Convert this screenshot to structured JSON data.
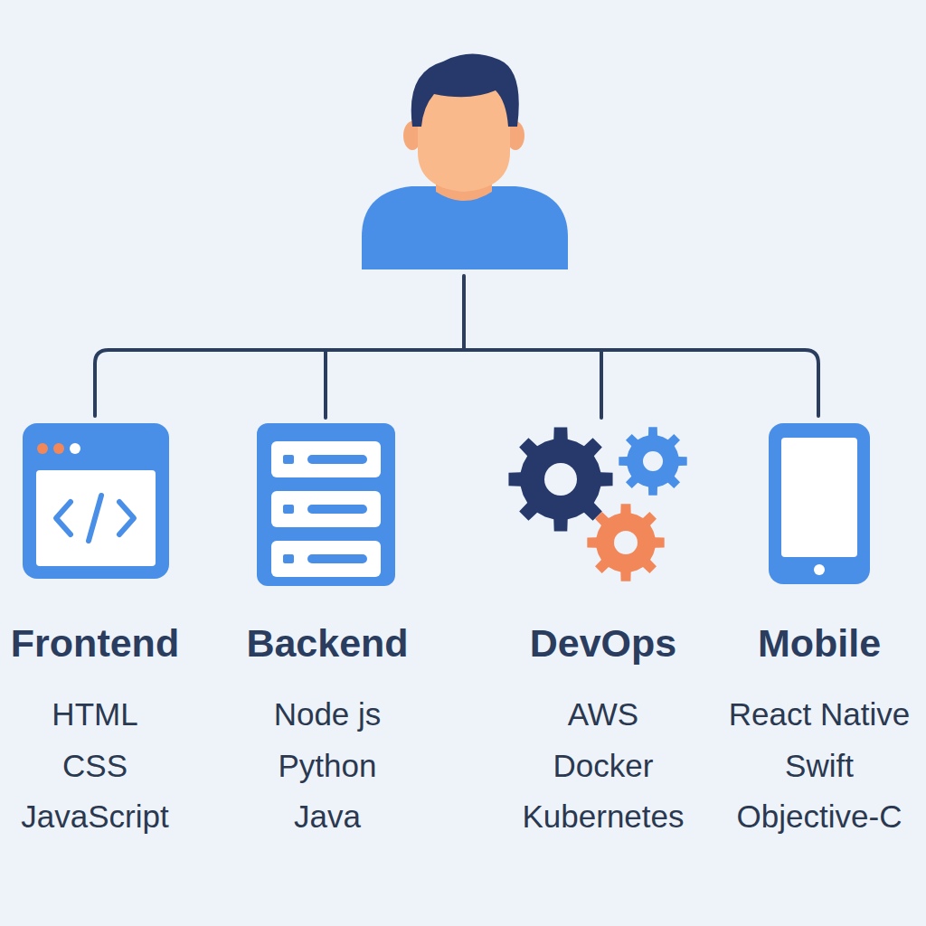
{
  "diagram": {
    "labels": [
      "Frontend",
      "HTML",
      "CSS",
      "JavaScript",
      "Backend",
      "Node js",
      "Python",
      "Java",
      "DevOps",
      "AWS",
      "Docker",
      "Kubernetes",
      "Mobile",
      "React Native",
      "Swift",
      "Objective-C"
    ]
  }
}
